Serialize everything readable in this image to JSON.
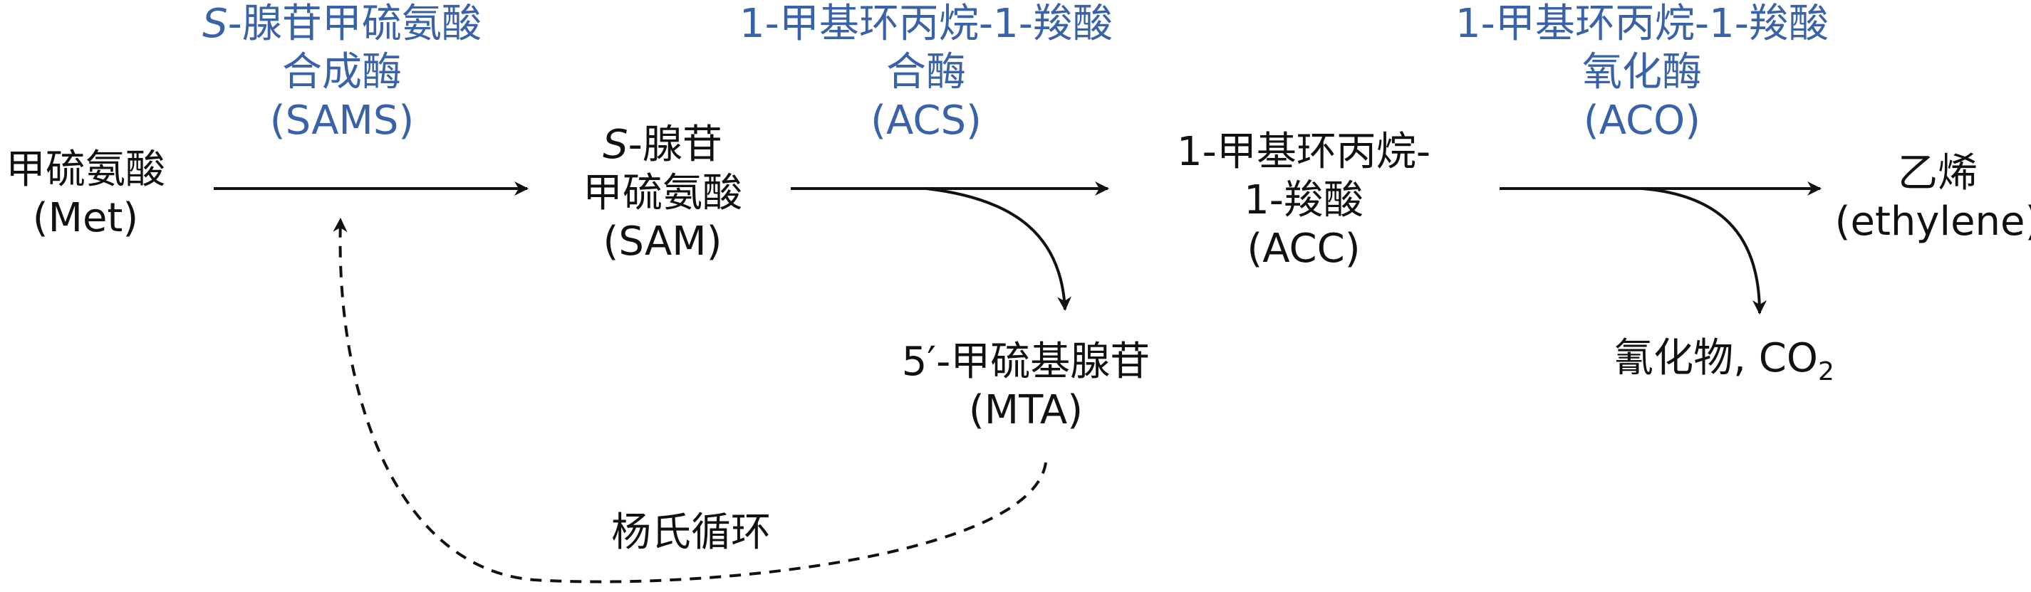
{
  "colors": {
    "enzyme": "#3a62a8",
    "text": "#111111",
    "arrow": "#111111"
  },
  "compounds": {
    "met": {
      "line1": "甲硫氨酸",
      "line2": "(Met)"
    },
    "sam": {
      "prefix": "S",
      "line1_rest": "-腺苷",
      "line2": "甲硫氨酸",
      "line3": "(SAM)"
    },
    "acc": {
      "line1": "1-甲基环丙烷-",
      "line2": "1-羧酸",
      "line3": "(ACC)"
    },
    "ethylene": {
      "line1": "乙烯",
      "line2": "(ethylene)"
    },
    "mta": {
      "line1": "5′-甲硫基腺苷",
      "line2": "(MTA)"
    },
    "byproducts": {
      "text": "氰化物, CO",
      "subscript": "2"
    }
  },
  "enzymes": {
    "sams": {
      "prefix": "S",
      "line1_rest": "-腺苷甲硫氨酸",
      "line2": "合成酶",
      "line3": "(SAMS)"
    },
    "acs": {
      "line1": "1-甲基环丙烷-1-羧酸",
      "line2": "合酶",
      "line3": "(ACS)"
    },
    "aco": {
      "line1": "1-甲基环丙烷-1-羧酸",
      "line2": "氧化酶",
      "line3": "(ACO)"
    }
  },
  "cycle": {
    "label": "杨氏循环"
  }
}
